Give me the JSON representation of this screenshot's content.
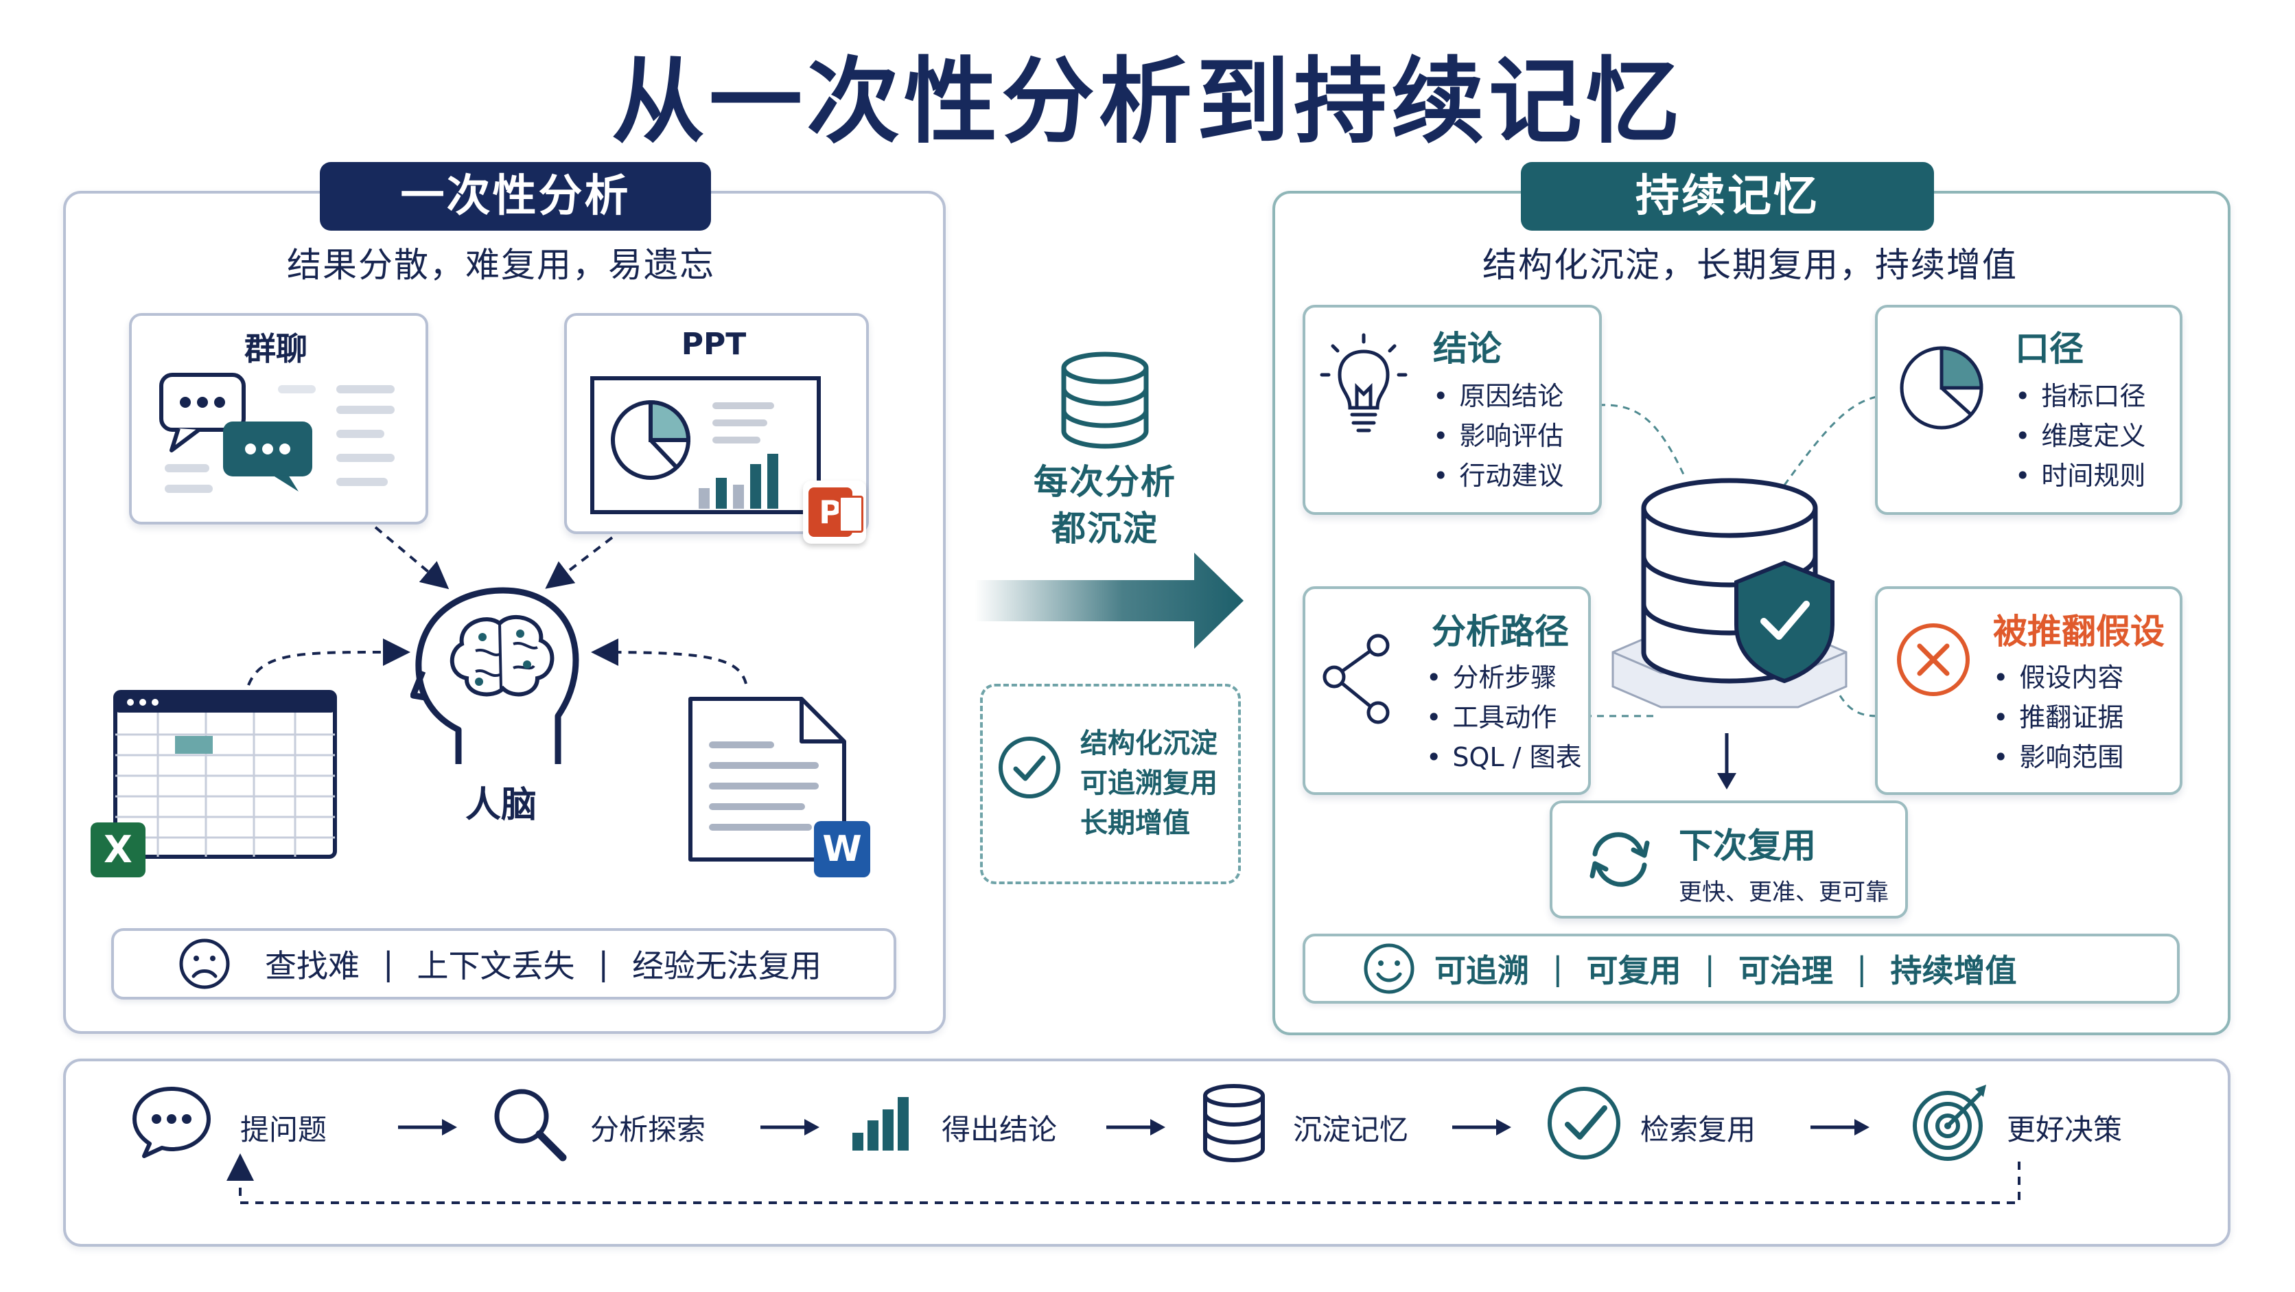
{
  "title": "从一次性分析到持续记忆",
  "left": {
    "tag": "一次性分析",
    "subtitle": "结果分散，难复用，易遗忘",
    "chat_label": "群聊",
    "ppt_label": "PPT",
    "brain_label": "人脑",
    "excel_badge": "X",
    "word_badge": "W",
    "ppt_badge": "P",
    "pain_points": [
      "查找难",
      "上下文丢失",
      "经验无法复用"
    ]
  },
  "middle": {
    "label_line1": "每次分析",
    "label_line2": "都沉淀",
    "notes": [
      "结构化沉淀",
      "可追溯复用",
      "长期增值"
    ]
  },
  "right": {
    "tag": "持续记忆",
    "subtitle": "结构化沉淀，长期复用，持续增值",
    "cards": {
      "conclusion": {
        "title": "结论",
        "items": [
          "原因结论",
          "影响评估",
          "行动建议"
        ]
      },
      "caliber": {
        "title": "口径",
        "items": [
          "指标口径",
          "维度定义",
          "时间规则"
        ]
      },
      "path": {
        "title": "分析路径",
        "items": [
          "分析步骤",
          "工具动作",
          "SQL / 图表"
        ]
      },
      "rejected": {
        "title": "被推翻假设",
        "items": [
          "假设内容",
          "推翻证据",
          "影响范围"
        ]
      },
      "reuse": {
        "title": "下次复用",
        "desc": "更快、更准、更可靠"
      }
    },
    "benefits": [
      "可追溯",
      "可复用",
      "可治理",
      "持续增值"
    ]
  },
  "flow": {
    "steps": [
      {
        "icon": "chat-bubble-icon",
        "label": "提问题"
      },
      {
        "icon": "magnifier-icon",
        "label": "分析探索"
      },
      {
        "icon": "bar-chart-icon",
        "label": "得出结论"
      },
      {
        "icon": "database-icon",
        "label": "沉淀记忆"
      },
      {
        "icon": "check-circle-icon",
        "label": "检索复用"
      },
      {
        "icon": "target-icon",
        "label": "更好决策"
      }
    ]
  },
  "colors": {
    "navy": "#16244f",
    "tag_navy": "#17295c",
    "teal": "#1d5f6b",
    "orange": "#e05a2c",
    "excel": "#1d7044",
    "word": "#1f5aa8",
    "ppt": "#d24726"
  }
}
